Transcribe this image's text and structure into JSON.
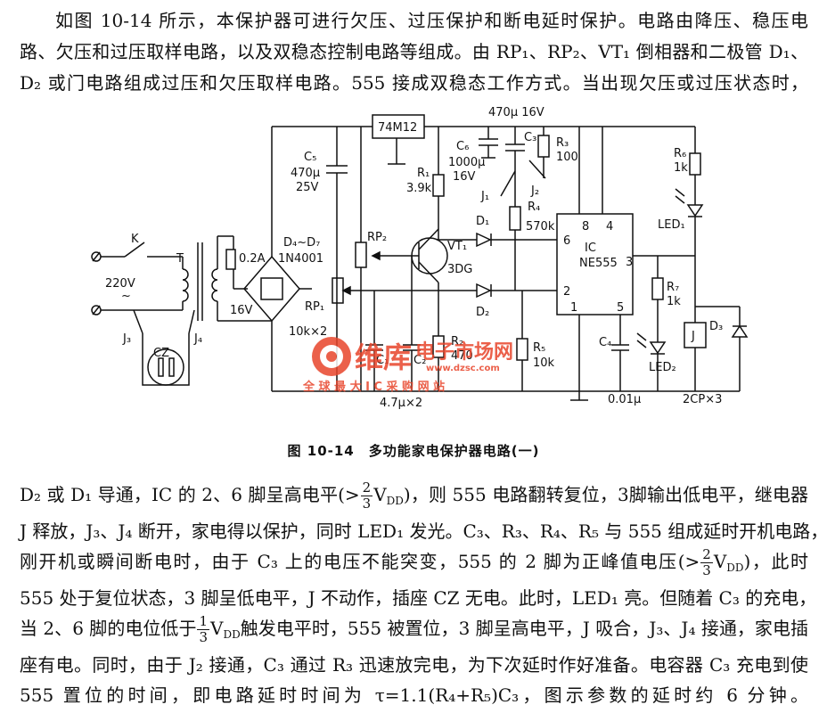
{
  "para1": {
    "line1": "如图 10-14 所示，本保护器可进行欠压、过压保护和断电延时保护。电路由降压、稳压电",
    "line2": "路、欠压和过压取样电路，以及双稳态控制电路等组成。由 RP₁、RP₂、VT₁ 倒相器和二极管 D₁、",
    "line3": "D₂ 或门电路组成过压和欠压取样电路。555 接成双稳态工作方式。当出现欠压或过压状态时，"
  },
  "figure": {
    "labels": {
      "ic_reg": "74M12",
      "c_top": "470μ 16V",
      "c5": "C₅",
      "c5_val1": "470μ",
      "c5_val2": "25V",
      "c6": "C₆",
      "c6_val1": "1000μ",
      "c6_val2": "16V",
      "c3": "C₃",
      "r3": "R₃",
      "r3_val": "100",
      "r1": "R₁",
      "r1_val": "3.9k",
      "j1": "J₁",
      "j2": "J₂",
      "r4": "R₄",
      "r4_val": "570k",
      "r6": "R₆",
      "r6_val": "1k",
      "led1": "LED₁",
      "k": "K",
      "t": "T",
      "fuse": "0.2A",
      "diodes": "D₄~D₇",
      "diode_type": "1N4001",
      "rp2": "RP₂",
      "vt1": "VT₁",
      "transistor": "3DG",
      "d1": "D₁",
      "ic": "IC",
      "ne555": "NE555",
      "pin8": "8",
      "pin4": "4",
      "pin6": "6",
      "pin3": "3",
      "pin2": "2",
      "pin1": "1",
      "pin5": "5",
      "mains": "220V",
      "tilde": "~",
      "v16": "16V",
      "rp1": "RP₁",
      "d2": "D₂",
      "r7": "R₇",
      "r7_val": "1k",
      "j": "J",
      "d3": "D₃",
      "j3": "J₃",
      "j4": "J₄",
      "cz": "CZ",
      "rp_val": "10k×2",
      "c1": "C₁",
      "c2": "C₂",
      "r2": "R₂",
      "r2_val": "470",
      "r5": "R₅",
      "r5_val": "10k",
      "c4": "C₄",
      "led2": "LED₂",
      "c_val": "4.7μ×2",
      "c4_val": "0.01μ",
      "cp": "2CP×3"
    },
    "watermark": {
      "brand": "维库",
      "brand2": "电子市场网",
      "url": "www.dzsc.com",
      "slogan": "全 球 最 大 I C 采 购 网 站"
    }
  },
  "caption": "图 10-14　多功能家电保护器电路(一)",
  "para2": {
    "l1a": "D₂ 或 D₁ 导通，IC 的 2、6 脚呈高电平(>",
    "l1b": "V",
    "l1c": "DD",
    "l1d": ")，则 555 电路翻转复位，3脚输出低电平，继电器",
    "l2": "J 释放，J₃、J₄ 断开，家电得以保护，同时 LED₁ 发光。C₃、R₃、R₄、R₅ 与 555 组成延时开机电路，当",
    "l3a": "刚开机或瞬间断电时，由于 C₃ 上的电压不能突变，555 的 2 脚为正峰值电压(>",
    "l3b": "V",
    "l3c": "DD",
    "l3d": ")，此时",
    "l4": "555 处于复位状态，3 脚呈低电平，J 不动作，插座 CZ 无电。此时，LED₁ 亮。但随着 C₃ 的充电，",
    "l5a": "当 2、6 脚的电位低于",
    "l5b": "V",
    "l5c": "DD",
    "l5d": "触发电平时，555 被置位，3 脚呈高电平，J 吸合，J₃、J₄ 接通，家电插",
    "l6": "座有电。同时，由于 J₂ 接通，C₃ 通过 R₃ 迅速放完电，为下次延时作好准备。电容器 C₃ 充电到使",
    "l7": "555 置位的时间，即电路延时时间为 τ=1.1(R₄+R₅)C₃，图示参数的延时约 6 分钟。",
    "frac_two_thirds": {
      "num": "2",
      "den": "3"
    },
    "frac_one_third": {
      "num": "1",
      "den": "3"
    }
  }
}
